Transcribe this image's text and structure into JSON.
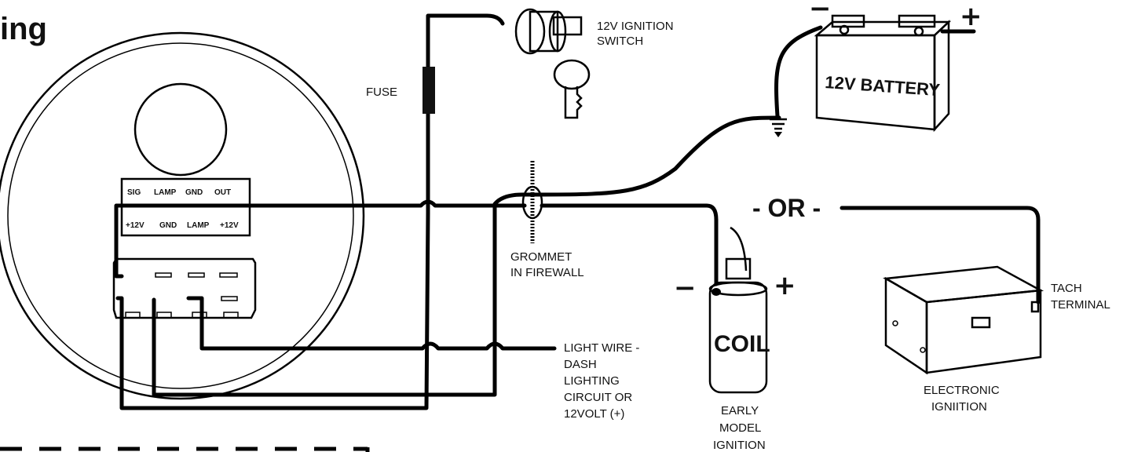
{
  "heading": "ing",
  "or_label": "- OR -",
  "gauge": {
    "top_pins": [
      "SIG",
      "LAMP",
      "GND",
      "OUT"
    ],
    "bottom_pins": [
      "+12V",
      "GND",
      "LAMP",
      "+12V"
    ]
  },
  "labels": {
    "ignition_switch_line1": "12V IGNITION",
    "ignition_switch_line2": "SWITCH",
    "fuse": "FUSE",
    "battery": "12V BATTERY",
    "battery_minus": "−",
    "battery_plus": "+",
    "grommet_line1": "GROMMET",
    "grommet_line2": "IN FIREWALL",
    "coil": "COIL",
    "coil_minus": "−",
    "coil_plus": "+",
    "early_line1": "EARLY",
    "early_line2": "MODEL",
    "early_line3": "IGNITION",
    "light_line1": "LIGHT WIRE -",
    "light_line2": "DASH",
    "light_line3": "LIGHTING",
    "light_line4": "CIRCUIT OR",
    "light_line5": "12VOLT (+)",
    "electronic_line1": "ELECTRONIC",
    "electronic_line2": "IGNIITION",
    "tach_line1": "TACH",
    "tach_line2": "TERMINAL"
  }
}
